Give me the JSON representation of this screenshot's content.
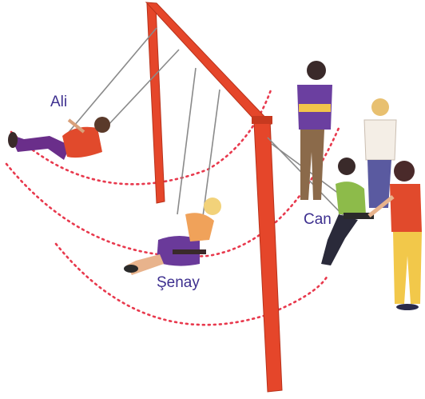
{
  "labels": {
    "ali": "Ali",
    "senay": "Şenay",
    "can": "Can"
  },
  "colors": {
    "frame": "#e5462a",
    "frame_shade": "#b8321b",
    "rope": "#8a8a8a",
    "arc": "#e8394d",
    "label": "#3d2f8f"
  }
}
